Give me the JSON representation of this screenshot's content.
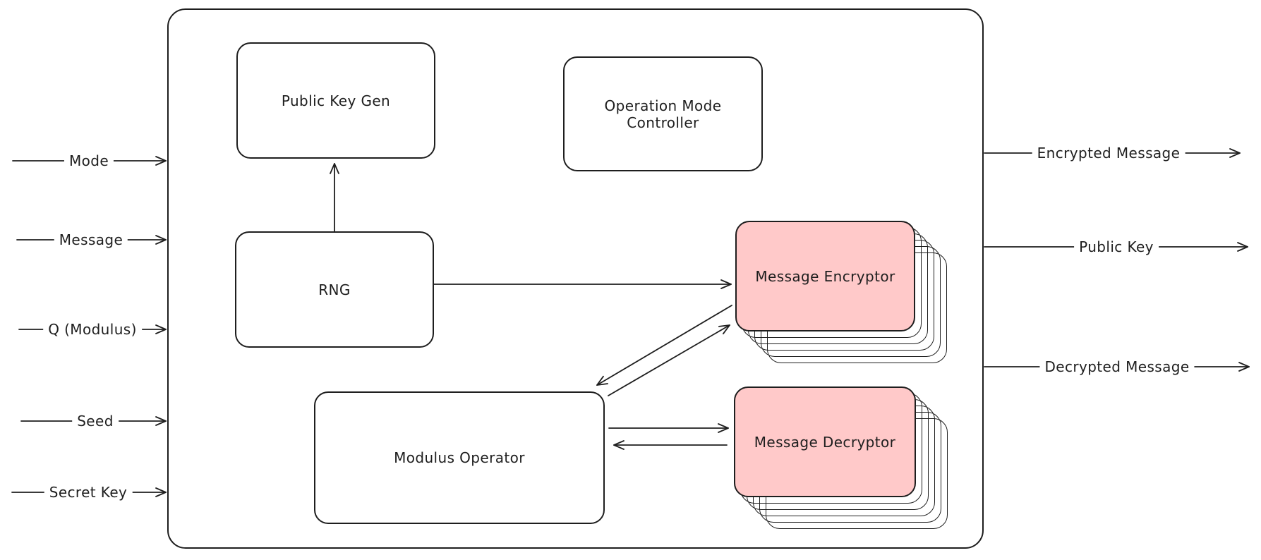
{
  "diagram": {
    "type": "block-diagram",
    "style": "hand-drawn",
    "colors": {
      "stroke": "#1e1e1e",
      "module_fill": "#ffffff",
      "highlight_fill": "#ffc9c9",
      "background": "#ffffff"
    },
    "boxes": {
      "public_key_gen": {
        "label": "Public Key Gen",
        "stacked": false
      },
      "operation_mode_controller": {
        "label": "Operation Mode Controller",
        "stacked": false
      },
      "rng": {
        "label": "RNG",
        "stacked": false
      },
      "modulus_operator": {
        "label": "Modulus Operator",
        "stacked": false
      },
      "message_encryptor": {
        "label": "Message Encryptor",
        "stacked": true,
        "fill": "#ffc9c9"
      },
      "message_decryptor": {
        "label": "Message Decryptor",
        "stacked": true,
        "fill": "#ffc9c9"
      }
    },
    "inputs": [
      {
        "label": "Mode"
      },
      {
        "label": "Message"
      },
      {
        "label": "Q (Modulus)"
      },
      {
        "label": "Seed"
      },
      {
        "label": "Secret Key"
      }
    ],
    "outputs": [
      {
        "label": "Encrypted Message"
      },
      {
        "label": "Public Key"
      },
      {
        "label": "Decrypted Message"
      }
    ],
    "connections": [
      {
        "from": "rng",
        "to": "public_key_gen"
      },
      {
        "from": "rng",
        "to": "message_encryptor"
      },
      {
        "from": "message_encryptor",
        "to": "modulus_operator"
      },
      {
        "from": "modulus_operator",
        "to": "message_encryptor"
      },
      {
        "from": "modulus_operator",
        "to": "message_decryptor"
      },
      {
        "from": "message_decryptor",
        "to": "modulus_operator"
      }
    ]
  }
}
